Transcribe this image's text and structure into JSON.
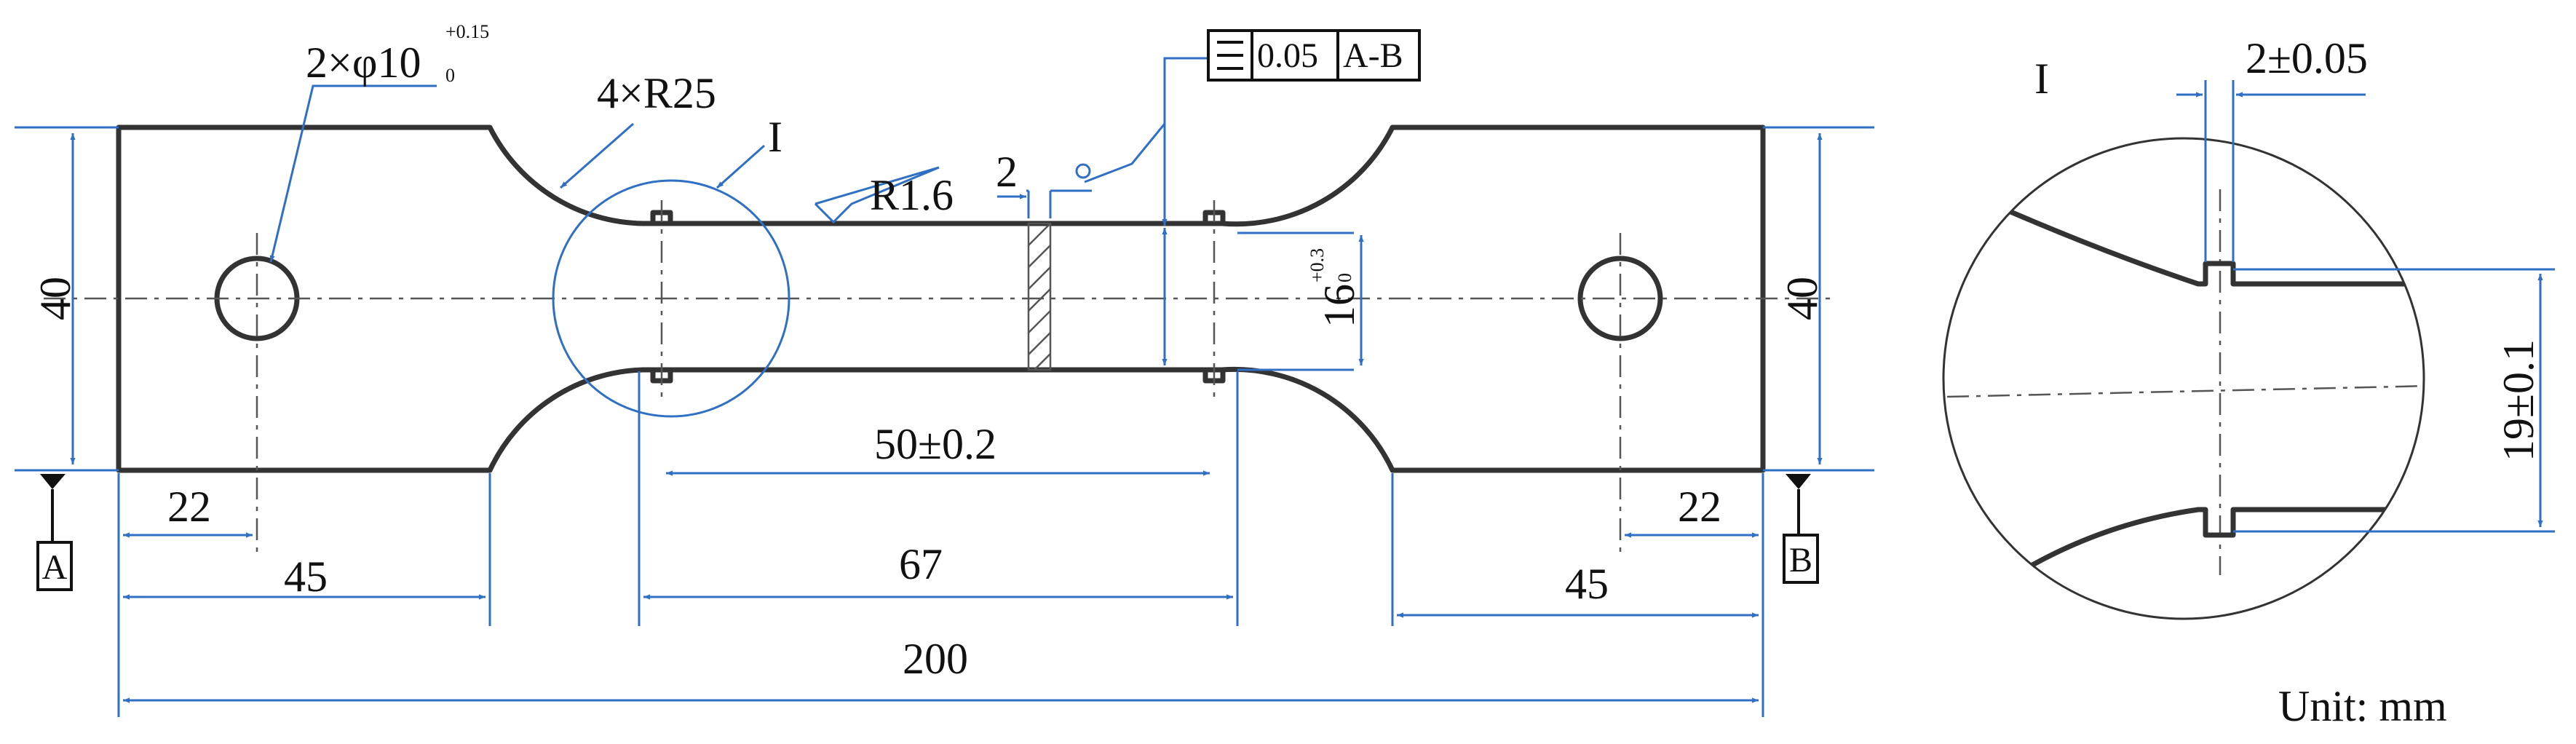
{
  "colors": {
    "part": "#333333",
    "dimension": "#2f6fc4",
    "text": "#111111"
  },
  "labels": {
    "hole_callout": "2×φ10",
    "hole_tol_upper": "+0.15",
    "hole_tol_lower": "0",
    "radius_callout": "4×R25",
    "detail_marker": "I",
    "roughness": "R1.6",
    "groove_width": "2",
    "flatness_value": "0.05",
    "flatness_datum": "A-B",
    "height_left": "40",
    "height_right": "40",
    "neck_width": "16",
    "neck_tol_upper": "+0.3",
    "neck_tol_lower": "0",
    "gauge_length": "50±0.2",
    "reduced_length": "67",
    "hole_offset_left": "22",
    "hole_offset_right": "22",
    "grip_left": "45",
    "grip_right": "45",
    "overall_length": "200",
    "datum_a": "A",
    "datum_b": "B",
    "detail_title": "I",
    "detail_groove": "2±0.05",
    "detail_width": "19±0.1",
    "unit": "Unit: mm"
  }
}
